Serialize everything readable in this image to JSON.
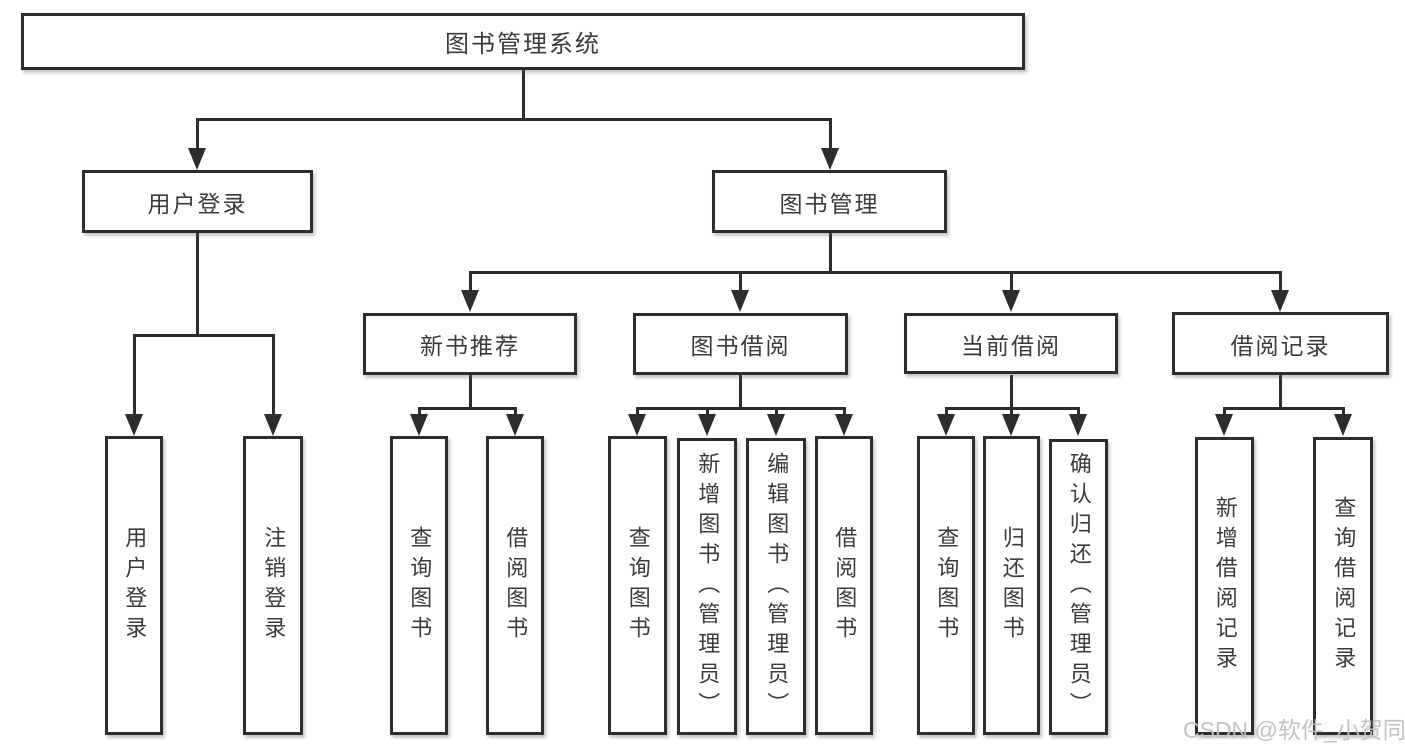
{
  "nodes": {
    "root": {
      "label": "图书管理系统"
    },
    "user_login": {
      "label": "用户登录"
    },
    "book_management": {
      "label": "图书管理"
    },
    "new_book_recommend": {
      "label": "新书推荐"
    },
    "book_borrow": {
      "label": "图书借阅"
    },
    "current_borrow": {
      "label": "当前借阅"
    },
    "borrow_records": {
      "label": "借阅记录"
    },
    "leaf_user_login": {
      "label": "用户登录"
    },
    "leaf_logout": {
      "label": "注销登录"
    },
    "leaf_nb_query_books": {
      "label": "查询图书"
    },
    "leaf_nb_borrow_books": {
      "label": "借阅图书"
    },
    "leaf_bb_query_books": {
      "label": "查询图书"
    },
    "leaf_bb_add_books_admin": {
      "label": "新增图书（管理员）"
    },
    "leaf_bb_edit_books_admin": {
      "label": "编辑图书（管理员）"
    },
    "leaf_bb_borrow_books": {
      "label": "借阅图书"
    },
    "leaf_cb_query_books": {
      "label": "查询图书"
    },
    "leaf_cb_return_books": {
      "label": "归还图书"
    },
    "leaf_cb_confirm_return_admin": {
      "label": "确认归还（管理员）"
    },
    "leaf_br_add_record": {
      "label": "新增借阅记录"
    },
    "leaf_br_query_record": {
      "label": "查询借阅记录"
    }
  },
  "watermark": {
    "text": "CSDN @软件_小贺同学"
  },
  "colors": {
    "line": "#2d2d2d",
    "text": "#3b3b3b",
    "watermark": "#c0c0c0",
    "background": "#ffffff"
  }
}
